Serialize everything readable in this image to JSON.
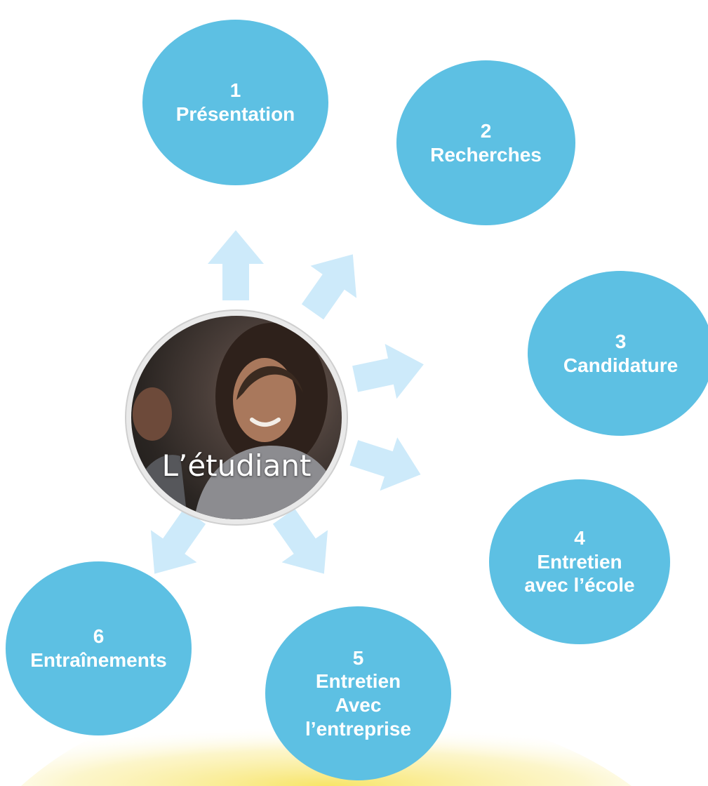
{
  "center": {
    "label": "L’étudiant"
  },
  "stages": [
    {
      "number": "1",
      "lines": [
        "Présentation"
      ]
    },
    {
      "number": "2",
      "lines": [
        "Recherches"
      ]
    },
    {
      "number": "3",
      "lines": [
        "Candidature"
      ]
    },
    {
      "number": "4",
      "lines": [
        "Entretien",
        "avec l’école"
      ]
    },
    {
      "number": "5",
      "lines": [
        "Entretien",
        "Avec",
        "l’entreprise"
      ]
    },
    {
      "number": "6",
      "lines": [
        "Entraînements"
      ]
    }
  ],
  "colors": {
    "stage_fill": "#5dc0e3",
    "arrow_fill": "#cdeafa",
    "stage_text": "#ffffff",
    "bottom_decor": "#f8e87a"
  }
}
